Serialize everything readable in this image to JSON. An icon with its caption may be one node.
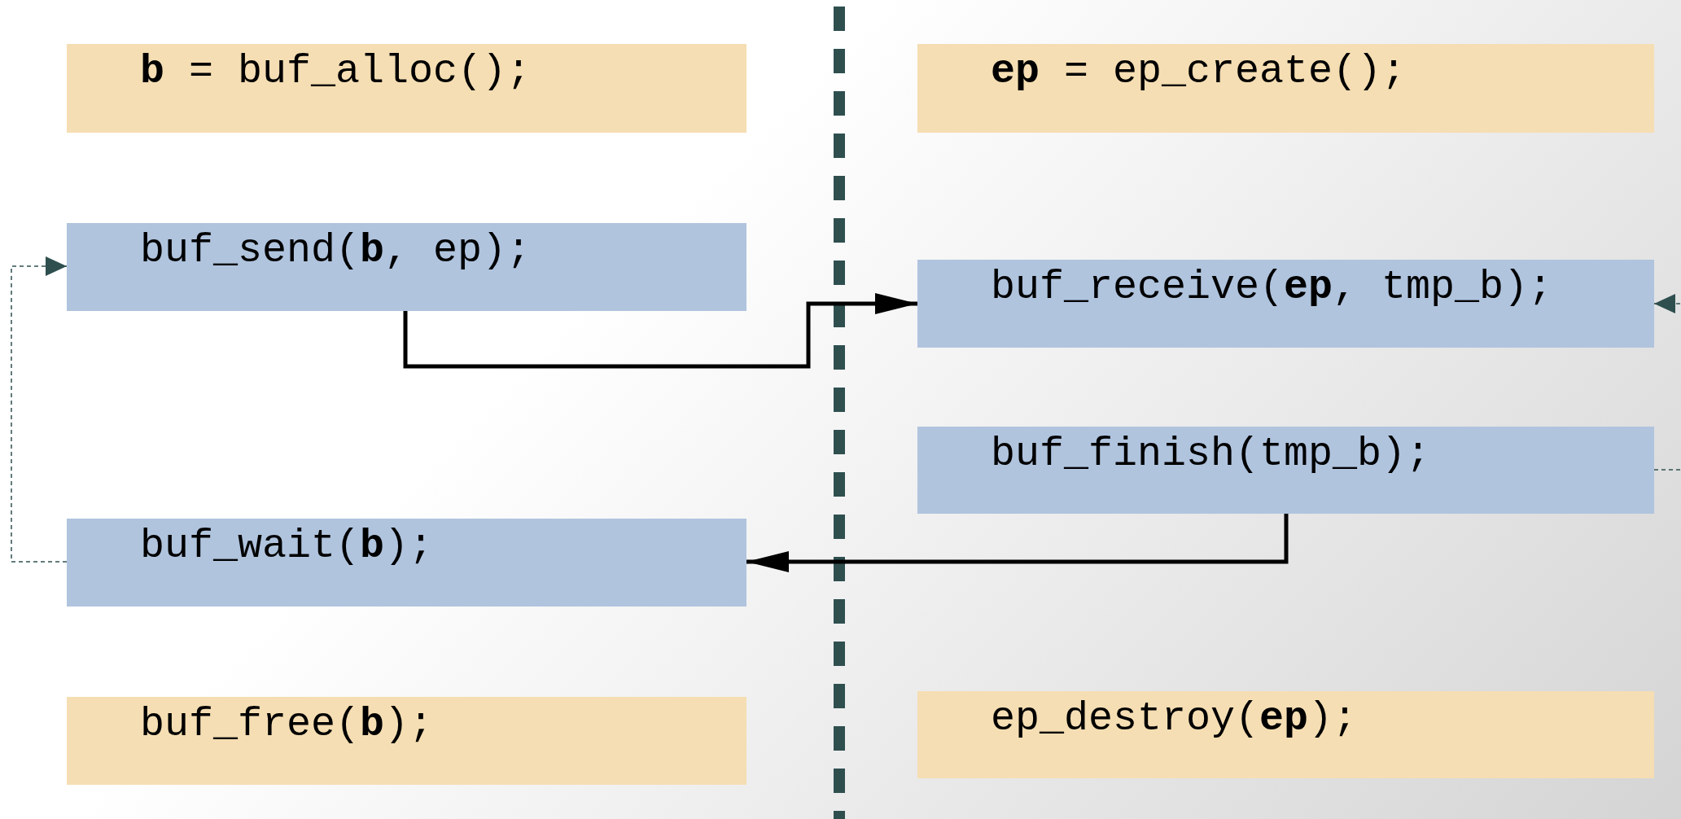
{
  "diagram": {
    "nodes": [
      {
        "text": [
          "**b** = buf_alloc();"
        ]
      },
      {
        "text": [
          "**ep** = ep_create();"
        ]
      },
      {
        "text": [
          "buf_send(**b**, ep);"
        ]
      },
      {
        "text": [
          "buf_receive(**ep**, tmp_b);"
        ]
      },
      {
        "text": [
          "buf_finish(tmp_b);"
        ]
      },
      {
        "text": [
          "buf_wait(**b**);"
        ]
      },
      {
        "text": [
          "buf_free(**b**);"
        ]
      },
      {
        "text": [
          "ep_destroy(**ep**);"
        ]
      }
    ],
    "edges": [
      {
        "from": 2,
        "to": 3,
        "arrow": "to"
      },
      {
        "from": 4,
        "to": 5,
        "arrow": "to"
      },
      {
        "from": 5,
        "to": 2,
        "arrow": "to",
        "style": "dashed",
        "color": "#2f4f4f"
      },
      {
        "from": 4,
        "to": 3,
        "arrow": "to",
        "style": "dashed",
        "color": "#2f4f4f"
      }
    ]
  }
}
